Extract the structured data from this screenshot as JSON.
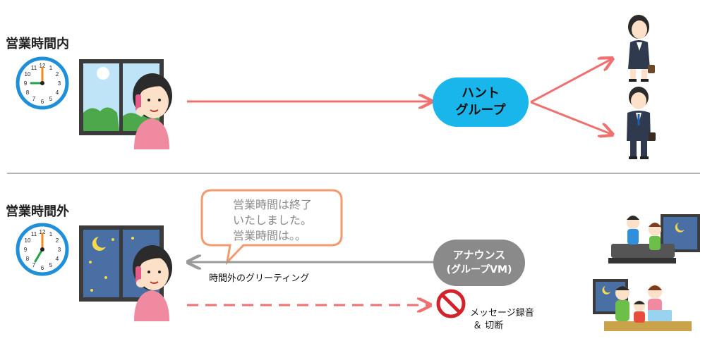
{
  "sections": {
    "in_hours": {
      "title": "営業時間内"
    },
    "after_hours": {
      "title": "営業時間外"
    }
  },
  "nodes": {
    "hunt_group": {
      "line1": "ハント",
      "line2": "グループ"
    },
    "announce": {
      "line1": "アナウンス",
      "line2": "(グループVM)"
    },
    "message_record": {
      "line1": "メッセージ録音",
      "line2": "＆ 切断"
    }
  },
  "bubble": {
    "line1": "営業時間は終了",
    "line2": "いたしました。",
    "line3": "営業時間は。。"
  },
  "edges": {
    "greeting_label": "時間外のグリーティング"
  },
  "colors": {
    "arrow_red": "#f07070",
    "arrow_gray": "#9a9a9a",
    "hunt_blue": "#18b6ea",
    "announce_gray": "#8a8a8a",
    "bubble_border": "#f39a6e",
    "divider": "#9b9b9b",
    "clock_blue": "#1e8fd8",
    "stop_red": "#d2232a"
  }
}
